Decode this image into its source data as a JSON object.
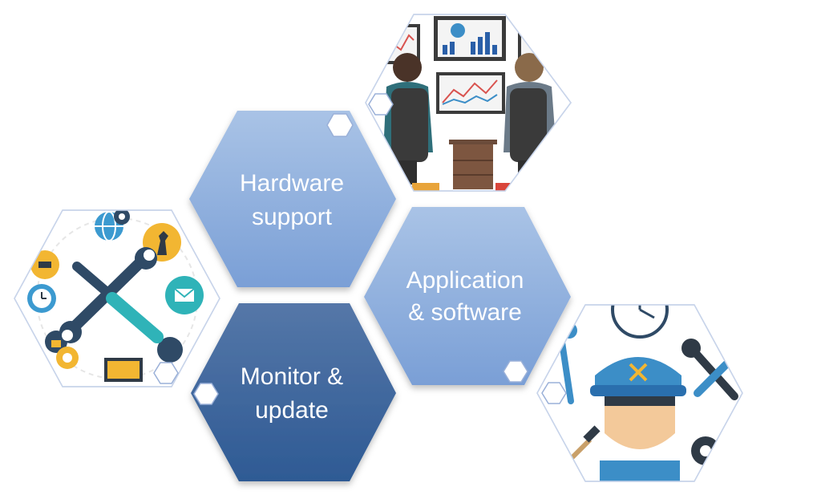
{
  "hexagons": {
    "hardware": {
      "line1": "Hardware",
      "line2": "support"
    },
    "application": {
      "line1": "Application",
      "line2": "& software"
    },
    "monitor": {
      "line1": "Monitor &",
      "line2": "update"
    }
  },
  "colors": {
    "light_blue_top": "#a9c3e6",
    "light_blue_bottom": "#7a9fd6",
    "dark_blue_top": "#5577a8",
    "dark_blue_bottom": "#2e5a94",
    "hex_outline": "#b9c9e6",
    "badge_outline": "#9ab0d8"
  },
  "icons": [
    "chart-screen-icon",
    "wrench-screwdriver-icon",
    "technician-icon",
    "clock-icon",
    "gear-icon",
    "globe-icon",
    "chess-icon",
    "mail-icon",
    "cart-icon",
    "laptop-icon",
    "lock-icon"
  ]
}
